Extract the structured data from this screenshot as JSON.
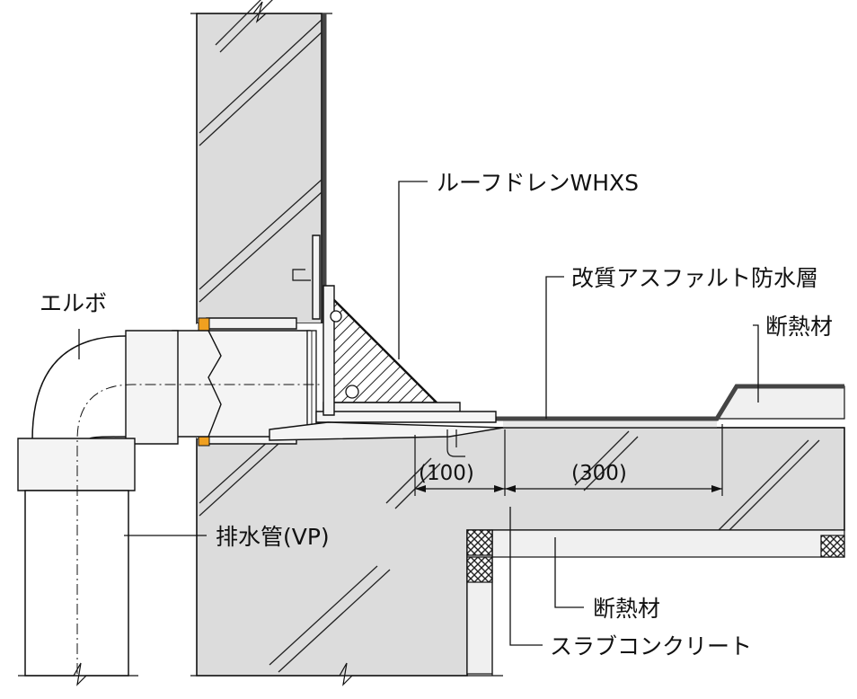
{
  "labels": {
    "roof_drain": "ルーフドレンWHXS",
    "waterproof_layer": "改質アスファルト防水層",
    "insulation_top": "断熱材",
    "elbow": "エルボ",
    "drain_pipe": "排水管(VP)",
    "insulation_bottom": "断熱材",
    "slab_concrete": "スラブコンクリート"
  },
  "dimensions": {
    "d1": "(100)",
    "d2": "(300)"
  },
  "colors": {
    "concrete": "#dcdcdc",
    "membrane": "#444444",
    "insulation": "#f0f0f0",
    "orange_seal": "#f0a020"
  }
}
